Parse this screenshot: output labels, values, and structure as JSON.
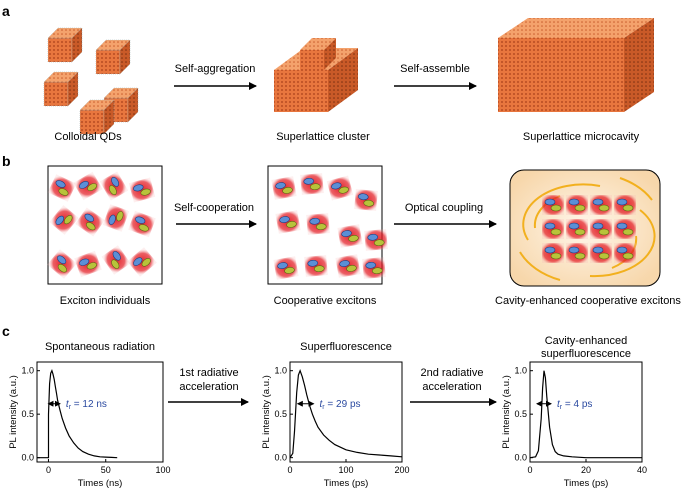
{
  "panel_a": {
    "letter": "a",
    "labels": [
      "Colloidal QDs",
      "Superlattice cluster",
      "Superlattice microcavity"
    ],
    "arrow1": "Self-aggregation",
    "arrow2": "Self-assemble"
  },
  "panel_b": {
    "letter": "b",
    "labels": [
      "Exciton individuals",
      "Cooperative excitons",
      "Cavity-enhanced cooperative excitons"
    ],
    "arrow1": "Self-cooperation",
    "arrow2": "Optical coupling"
  },
  "panel_c": {
    "letter": "c",
    "arrow1_line1": "1st radiative",
    "arrow1_line2": "acceleration",
    "arrow2_line1": "2nd radiative",
    "arrow2_line2": "acceleration"
  },
  "colors": {
    "cube_face": "#e8763e",
    "cube_top": "#f4a26c",
    "cube_side": "#c95a28",
    "red_glow": "#e31b23",
    "cavity_bg": "#fbe6c8",
    "cavity_ring": "#f2b01e",
    "annot_blue": "#2b4aa0"
  },
  "chart_data": [
    {
      "type": "line",
      "title": "Spontaneous radiation",
      "xlabel": "Times (ns)",
      "ylabel": "PL intensity (a.u.)",
      "xlim": [
        -10,
        100
      ],
      "ylim": [
        -0.05,
        1.1
      ],
      "xticks": [
        "0",
        "50",
        "100"
      ],
      "yticks": [
        "0.0",
        "0.5",
        "1.0"
      ],
      "annotation_t": "t",
      "annotation_sub": "r",
      "annotation_value": " = 12 ns",
      "x": [
        -10,
        0,
        0,
        1,
        2,
        3,
        4,
        5,
        6,
        7,
        8,
        10,
        12,
        15,
        18,
        22,
        26,
        30,
        35,
        40,
        45,
        50,
        55,
        60
      ],
      "y": [
        0.0,
        0.0,
        0.5,
        0.85,
        0.97,
        1.0,
        0.96,
        0.9,
        0.82,
        0.74,
        0.66,
        0.55,
        0.45,
        0.34,
        0.25,
        0.17,
        0.11,
        0.07,
        0.04,
        0.02,
        0.01,
        0.006,
        0.003,
        0.0
      ]
    },
    {
      "type": "line",
      "title": "Superfluorescence",
      "xlabel": "Times (ps)",
      "ylabel": "PL intensity (a.u.)",
      "xlim": [
        0,
        200
      ],
      "ylim": [
        -0.05,
        1.1
      ],
      "xticks": [
        "0",
        "100",
        "200"
      ],
      "yticks": [
        "0.0",
        "0.5",
        "1.0"
      ],
      "annotation_t": "t",
      "annotation_sub": "r",
      "annotation_value": " = 29 ps",
      "x": [
        0,
        5,
        8,
        12,
        15,
        18,
        22,
        26,
        30,
        35,
        40,
        45,
        50,
        60,
        70,
        80,
        100,
        120,
        140,
        160,
        180,
        200
      ],
      "y": [
        0.0,
        0.05,
        0.3,
        0.75,
        0.95,
        1.0,
        0.93,
        0.83,
        0.72,
        0.6,
        0.5,
        0.42,
        0.35,
        0.26,
        0.2,
        0.15,
        0.09,
        0.06,
        0.04,
        0.03,
        0.02,
        0.01
      ]
    },
    {
      "type": "line",
      "title": "Cavity-enhanced",
      "title2": "superfluorescence",
      "xlabel": "Times (ps)",
      "ylabel": "PL intensity (a.u.)",
      "xlim": [
        0,
        40
      ],
      "ylim": [
        -0.05,
        1.1
      ],
      "xticks": [
        "0",
        "20",
        "40"
      ],
      "yticks": [
        "0.0",
        "0.5",
        "1.0"
      ],
      "annotation_t": "t",
      "annotation_sub": "r",
      "annotation_value": " = 4 ps",
      "x": [
        0,
        2,
        3,
        4,
        4.5,
        5,
        5.5,
        6,
        7,
        8,
        9,
        10,
        12,
        15,
        20,
        30,
        40
      ],
      "y": [
        0.0,
        0.01,
        0.08,
        0.45,
        0.8,
        1.0,
        0.92,
        0.7,
        0.35,
        0.15,
        0.07,
        0.04,
        0.02,
        0.01,
        0.0,
        0.0,
        0.0
      ]
    }
  ]
}
